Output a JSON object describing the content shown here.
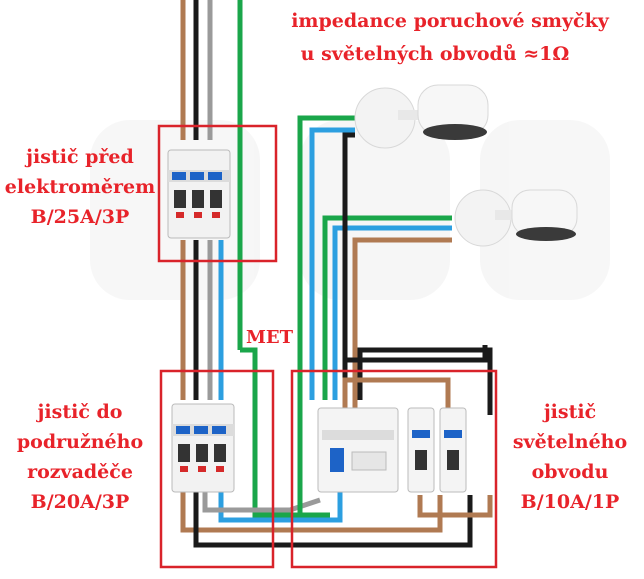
{
  "title": {
    "line1": "impedance poruchové smyčky",
    "line2": "u světelných obvodů ≈1Ω"
  },
  "labels": {
    "main_breaker": [
      "jistič před",
      "elektroměrem",
      "B/25A/3P"
    ],
    "sub_breaker": [
      "jistič do",
      "podružného",
      "rozvaděče",
      "B/20A/3P"
    ],
    "light_breaker": [
      "jistič",
      "světelného",
      "obvodu",
      "B/10A/1P"
    ],
    "met": "MET"
  },
  "colors": {
    "label_red": "#e8232a",
    "box_red": "#d9232a",
    "wire_brown": "#b07a52",
    "wire_black": "#1a1a1a",
    "wire_gray": "#9a9a9a",
    "wire_green": "#1aa64a",
    "wire_blue": "#2c9fe0"
  }
}
